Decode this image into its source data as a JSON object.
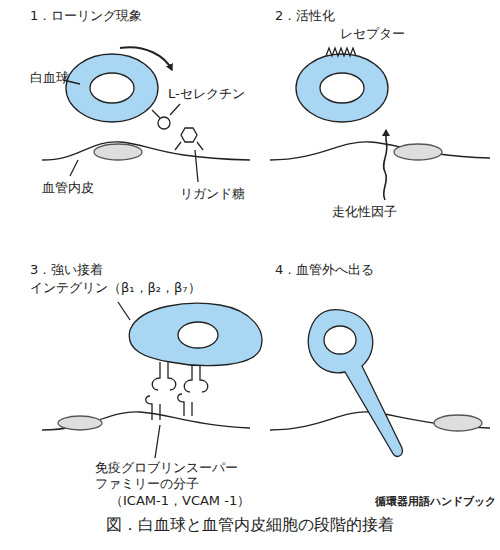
{
  "diagram": {
    "caption": "図．白血球と血管内皮細胞の段階的接着",
    "labels": [
      "1．ローリング現象",
      "白血球",
      "L-セレクチン",
      "リガンド糖",
      "血管内皮",
      "2．活性化",
      "レセプター",
      "走化性因子",
      "3．強い接着",
      "インテグリン（β₁，β₂，β₇）",
      "免疫グロブリンスーパーファミリーの分子",
      "（ICAM-1，VCAM -1）",
      "4．血管外へ出る",
      "循環器用語ハンドブック"
    ]
  }
}
